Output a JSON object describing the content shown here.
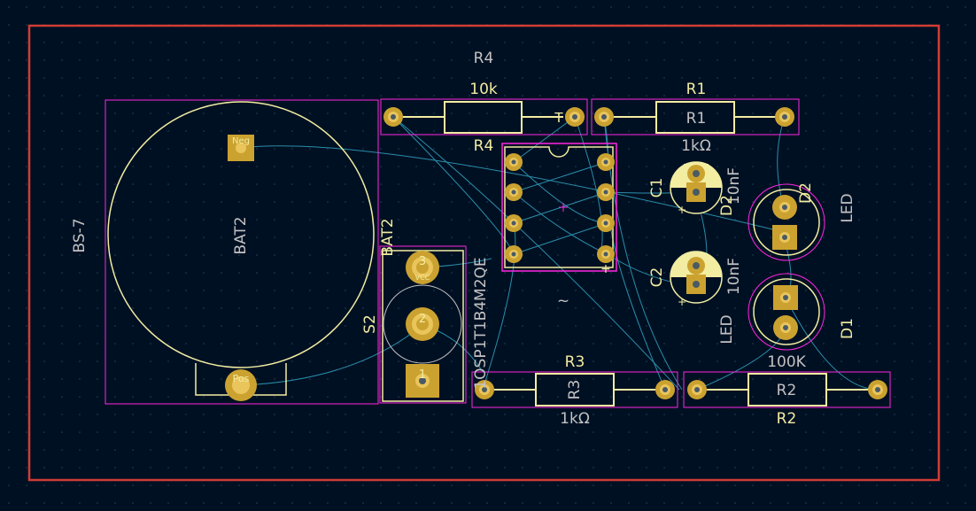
{
  "colors": {
    "background": "#001023",
    "edge_cuts": "#d23c34",
    "silkscreen": "#f2eda1",
    "courtyard": "#ff26e2",
    "fab_text": "#c2c2c2",
    "pad": "#cba230",
    "pad_inner": "#e9c55c",
    "hole": "#4a5a65",
    "ratsnest": "#2a8ea9"
  },
  "components": {
    "r4": {
      "ref_top": "R4",
      "value": "10k",
      "ref_bottom": "R4",
      "marker": "T"
    },
    "r1": {
      "ref_top": "R1",
      "body_label": "R1",
      "value": "1kΩ"
    },
    "r3": {
      "ref_top": "R3",
      "body_label": "R3",
      "value": "1kΩ"
    },
    "r2": {
      "value": "100K",
      "body_label": "R2",
      "ref_bottom": "R2"
    },
    "bat2": {
      "ref": "BAT2",
      "value": "BS-7",
      "fab_ref": "BAT2",
      "neg_label": "Neg",
      "pos_label": "Pos"
    },
    "s2": {
      "ref": "S2",
      "value": "1OSP1T1B4M2QE",
      "pin3": "3",
      "pin3_net": "VCC",
      "pin2": "2",
      "pin1": "1"
    },
    "u1": {
      "pin1_marker": "+",
      "center_mark": "~"
    },
    "c1": {
      "ref": "C1",
      "value": "10nF"
    },
    "c2": {
      "ref": "C2",
      "value": "10nF"
    },
    "d2": {
      "ref": "D2",
      "value": "LED"
    },
    "d1": {
      "ref": "D1",
      "value": "LED"
    }
  },
  "icons": {
    "origin": "crosshair-icon"
  }
}
